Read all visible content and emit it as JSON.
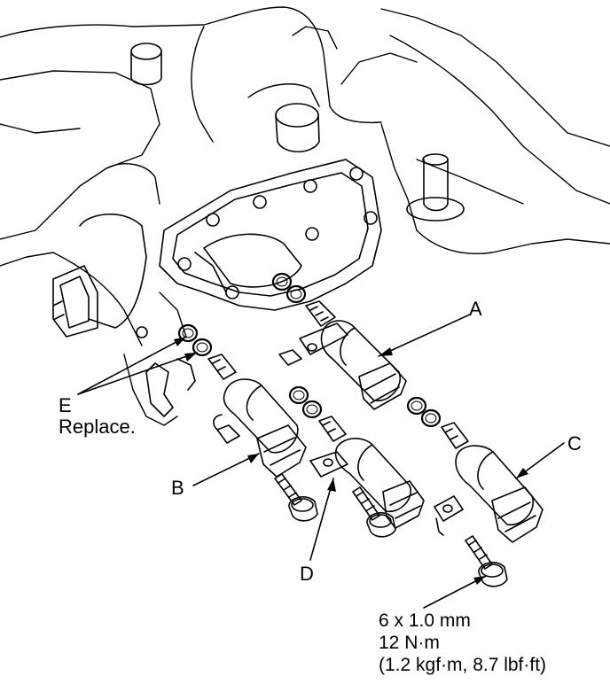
{
  "callouts": {
    "a": "A",
    "b": "B",
    "c": "C",
    "d": "D",
    "e": "E",
    "e_note": "Replace."
  },
  "bolt_spec": {
    "size": "6 x 1.0 mm",
    "torque_nm": "12 N·m",
    "torque_alt": "(1.2 kgf·m, 8.7 lbf·ft)"
  }
}
